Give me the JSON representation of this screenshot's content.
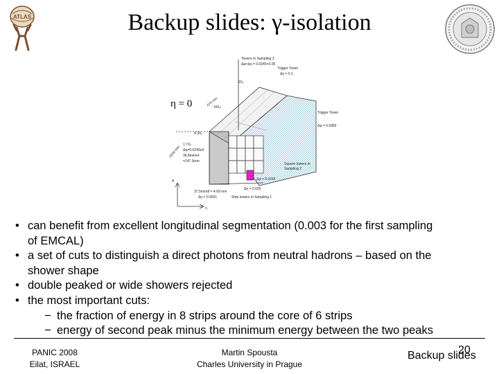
{
  "slide": {
    "title": "Backup slides: γ-isolation",
    "logo_left_text": "ATLAS"
  },
  "figure": {
    "eta_label": "η = 0",
    "labels": [
      "Towers in Sampling 3",
      "Δφ×Δη = 0.0245×0.05",
      "Trigger Tower",
      "Δη = 0.1",
      "2X₀",
      "470 mm",
      "16X₀",
      "4.3X₀",
      "1500 mm",
      "Trigger Tower",
      "Δφ = 0.0982",
      "1.7X₀",
      "Δφ=0.0245x4",
      "36.8mmx4",
      "=147.3mm",
      "Square towers in",
      "Sampling 2",
      "Δφ = 0.0245",
      "37.5mm/8 = 4.69 mm",
      "Δη = 0.0031",
      "Δη = 0.025",
      "Strip towers in Sampling 1",
      "φ",
      "η"
    ]
  },
  "bullets": [
    {
      "text": "can benefit from excellent longitudinal segmentation (0.003 for the first sampling",
      "cont": "of EMCAL)"
    },
    {
      "text": "a set of cuts to distinguish a direct photons from neutral hadrons – based on the",
      "cont": "shower shape"
    },
    {
      "text": "double peaked or wide showers rejected"
    },
    {
      "text": "the most important cuts:"
    }
  ],
  "subbullets": [
    "the fraction of energy in 8 strips around the core of 6 strips",
    "energy of second peak minus the minimum energy between the two peaks"
  ],
  "footer": {
    "left_line1": "PANIC 2008",
    "left_line2": "Eilat, ISRAEL",
    "center_line1": "Martin Spousta",
    "center_line2": "Charles University in Prague",
    "right": "Backup slides",
    "page": "20"
  }
}
